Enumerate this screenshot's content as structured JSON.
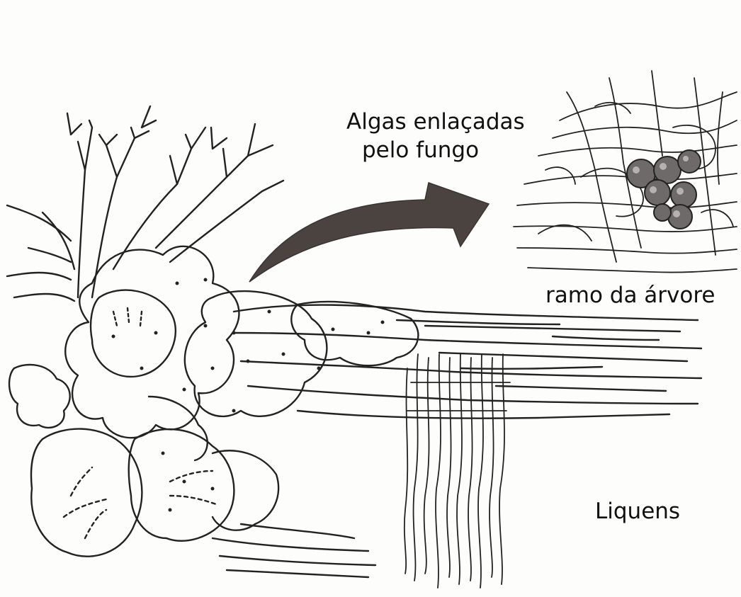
{
  "labels": {
    "callout_line1": "Algas enlaçadas",
    "callout_line2": "pelo fungo",
    "branch": "ramo da árvore",
    "lichens": "Liquens"
  },
  "colors": {
    "ink": "#222222",
    "arrow": "#4a4340",
    "alga_cell": "#6e6a6a",
    "paper": "#fdfdfc"
  },
  "icons": {
    "arrow": "curved-arrow-icon",
    "algae": "algae-cluster-icon"
  }
}
